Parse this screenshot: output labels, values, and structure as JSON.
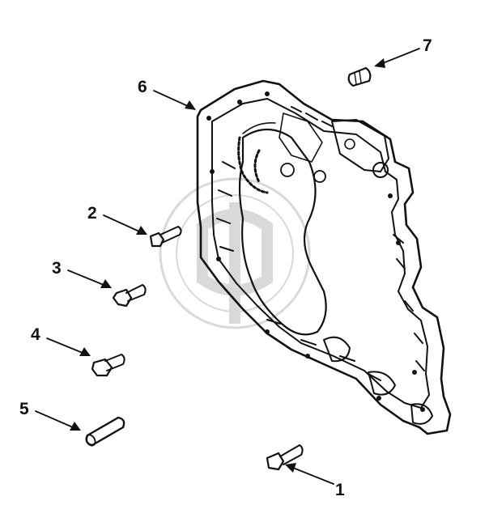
{
  "diagram": {
    "type": "exploded-parts-diagram",
    "callouts": [
      {
        "id": "1",
        "label": "1",
        "part": "flange-bolt"
      },
      {
        "id": "2",
        "label": "2",
        "part": "small-flange-bolt"
      },
      {
        "id": "3",
        "label": "3",
        "part": "flange-bolt"
      },
      {
        "id": "4",
        "label": "4",
        "part": "flange-bolt"
      },
      {
        "id": "5",
        "label": "5",
        "part": "dowel-pin"
      },
      {
        "id": "6",
        "label": "6",
        "part": "gear-housing"
      },
      {
        "id": "7",
        "label": "7",
        "part": "plug"
      }
    ]
  },
  "colors": {
    "ink": "#111111",
    "watermark": "#d9d9d9",
    "background": "#ffffff"
  }
}
